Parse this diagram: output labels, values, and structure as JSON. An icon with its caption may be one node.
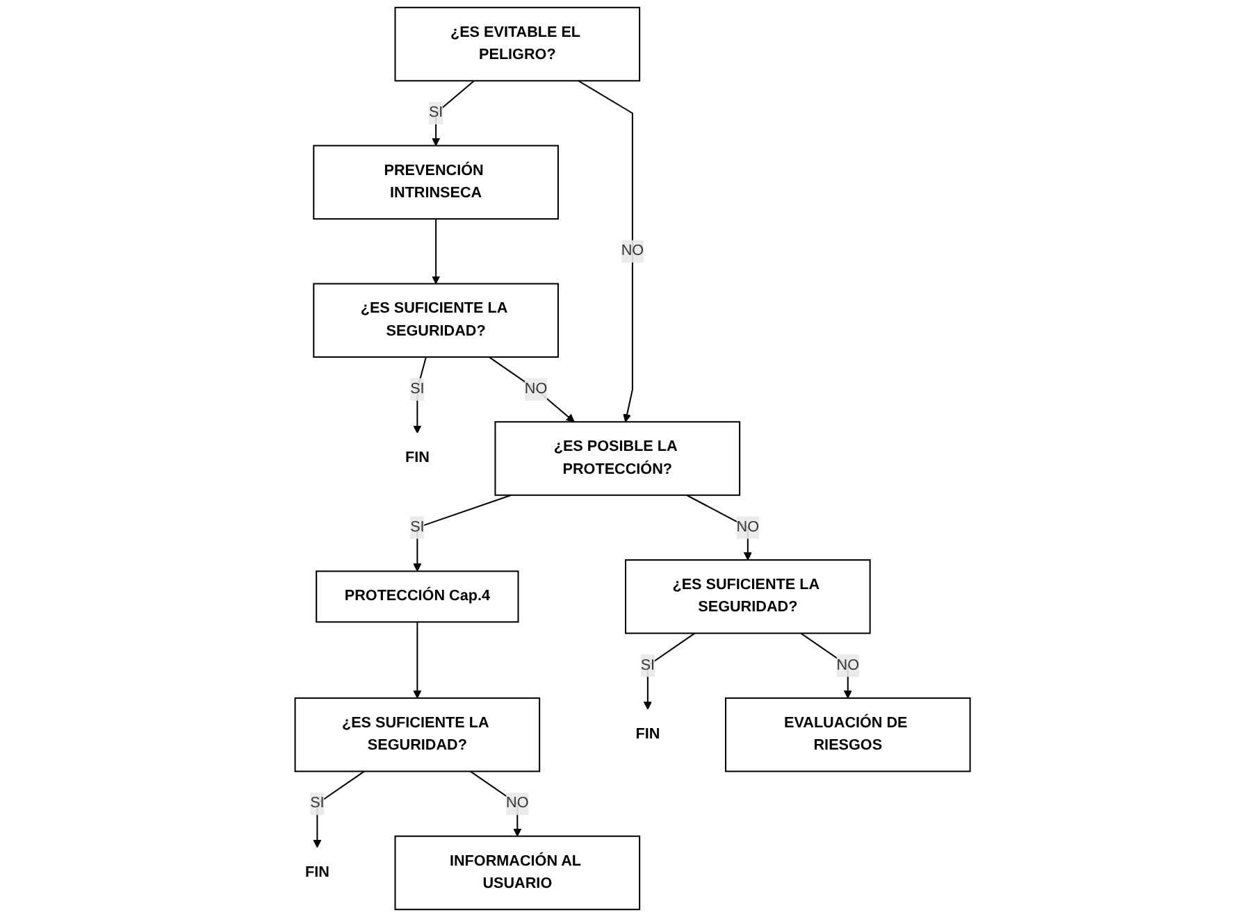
{
  "diagram": {
    "nodes": [
      {
        "text": [
          "EVALUACIÓN DE RIESGOS"
        ]
      },
      {
        "text": [
          "¿ES EVITABLE EL PELIGRO?"
        ]
      },
      {
        "text": [
          "PREVENCIÓN INTRINSECA"
        ]
      },
      {
        "text": [
          "¿ES SUFICIENTE LA SEGURIDAD?"
        ]
      },
      {
        "text": [
          "FIN"
        ]
      },
      {
        "text": [
          "¿ES POSIBLE LA PROTECCIÓN?"
        ]
      },
      {
        "text": [
          "PROTECCIÓN Cap.4"
        ]
      },
      {
        "text": [
          "¿ES SUFICIENTE LA SEGURIDAD?"
        ]
      },
      {
        "text": [
          "FIN"
        ]
      },
      {
        "text": [
          "INFORMACIÓN AL USUARIO"
        ]
      },
      {
        "text": [
          "¿ES SUFICIENTE LA SEGURIDAD?"
        ]
      },
      {
        "text": [
          "FIN"
        ]
      }
    ],
    "edges": [
      {
        "from": 1,
        "to": 2,
        "arrow": "to",
        "label": "SI"
      },
      {
        "from": 2,
        "to": 3,
        "arrow": "to"
      },
      {
        "from": 3,
        "to": 4,
        "arrow": "to",
        "label": "SI"
      },
      {
        "from": 1,
        "to": 5,
        "arrow": "to",
        "label": "NO"
      },
      {
        "from": 3,
        "to": 5,
        "arrow": "to",
        "label": "NO"
      },
      {
        "from": 5,
        "to": 6,
        "arrow": "to",
        "label": "SI"
      },
      {
        "from": 6,
        "to": 7,
        "arrow": "to"
      },
      {
        "from": 7,
        "to": 8,
        "arrow": "to",
        "label": "SI"
      },
      {
        "from": 7,
        "to": 9,
        "arrow": "to",
        "label": "NO"
      },
      {
        "from": 5,
        "to": 10,
        "arrow": "to",
        "label": "NO"
      },
      {
        "from": 10,
        "to": 11,
        "arrow": "to",
        "label": "SI"
      },
      {
        "from": 10,
        "to": 0,
        "arrow": "to",
        "label": "NO"
      }
    ]
  }
}
